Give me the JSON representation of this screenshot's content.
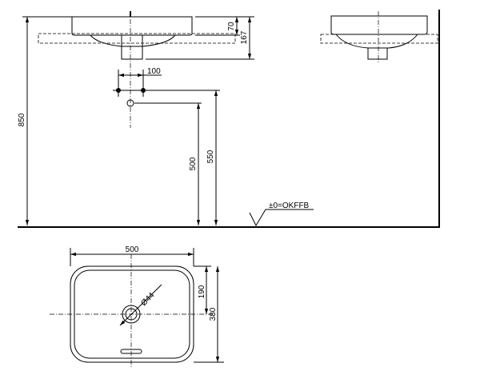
{
  "dimensions": {
    "overall_height": "850",
    "basin_height": "70",
    "total_height": "167",
    "tap_spacing": "100",
    "outlet_height": "500",
    "supply_height": "550",
    "floor_reference": "±0=OKFFB",
    "width": "500",
    "depth": "380",
    "tap_hole_offset": "190",
    "tap_hole_diameter": "Ø44"
  }
}
